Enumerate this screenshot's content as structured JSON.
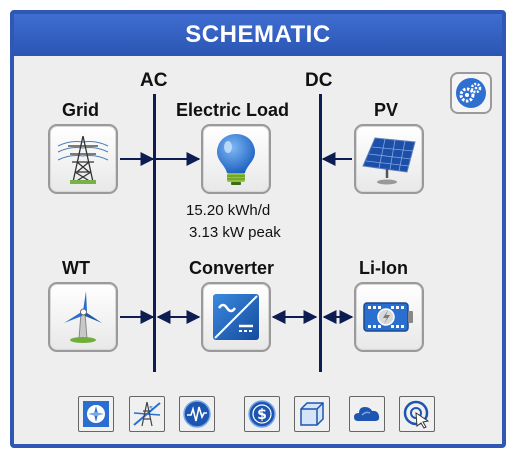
{
  "title": "SCHEMATIC",
  "buses": {
    "ac": "AC",
    "dc": "DC"
  },
  "components": {
    "grid": "Grid",
    "electric_load": "Electric Load",
    "pv": "PV",
    "wt": "WT",
    "converter": "Converter",
    "li_ion": "Li-Ion"
  },
  "load_stats": {
    "energy": "15.20 kWh/d",
    "peak": "3.13 kW peak"
  },
  "colors": {
    "accent": "#2f57b6",
    "bus": "#0d1d52",
    "panel_bg": "#eeeeee"
  },
  "toolbar": [
    "compass-icon",
    "tower-chart-icon",
    "waveform-icon",
    "dollar-icon",
    "cube-icon",
    "cloud-icon",
    "optimize-icon"
  ]
}
